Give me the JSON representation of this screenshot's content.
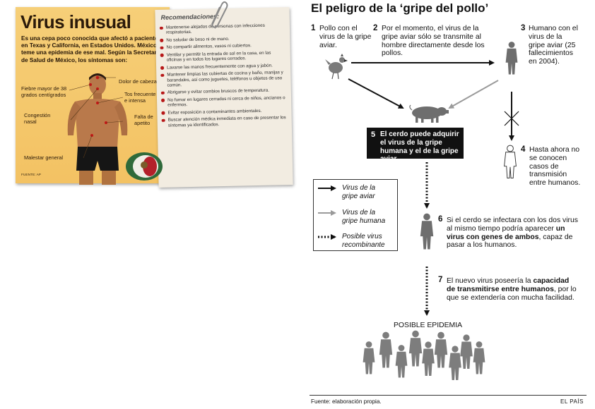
{
  "left_panel": {
    "title": "Virus inusual",
    "intro": "Es una cepa poco conocida que afectó a pacientes en Texas y California, en Estados Unidos. México teme una epidemia de ese mal. Según la Secretaría de Salud de México, los síntomas son:",
    "symptoms": {
      "fever": "Fiebre mayor de 38 grados centígrados",
      "headache": "Dolor de cabeza",
      "cough": "Tos frecuente e intensa",
      "congestion": "Congestión nasal",
      "appetite": "Falta de apetito",
      "malaise": "Malestar general"
    },
    "source": "FUENTE: AP",
    "recommendations_title": "Recomendaciones:",
    "recommendations": [
      "Mantenerse alejados de personas con infecciones respiratorias.",
      "No saludar de beso ni de mano.",
      "No compartir alimentos, vasos ni cubiertos.",
      "Ventilar y permitir la entrada de sol en la casa, en las oficinas y en todos los lugares cerrados.",
      "Lavarse las manos frecuentemente con agua y jabón.",
      "Mantener limpias las cubiertas de cocina y baño, manijas y barandales, así como juguetes, teléfonos u objetos de uso común.",
      "Abrigarse y evitar combios bruscos de temperatura.",
      "No fumar en lugares cerrados ni cerca de niños, ancianos o enfermos.",
      "Evitar exposición a contaminantes ambientales.",
      "Buscar atención médica inmediata en caso de presentar los síntomas ya identificados."
    ],
    "icons": {
      "paperclip": "paperclip-icon",
      "flag": "mexico-flag-icon",
      "body": "male-body-figure"
    },
    "colors": {
      "card": "#f3c263",
      "rec_card": "#f2ece1",
      "bullet": "#b71818",
      "symptom_dot": "#c41616"
    }
  },
  "diagram": {
    "title": "El peligro de la ‘gripe del pollo’",
    "steps": [
      {
        "num": "1",
        "text": "Pollo con el virus de la gripe aviar."
      },
      {
        "num": "2",
        "text": "Por el momento, el virus de la gripe aviar sólo se transmite al hombre directamente desde los pollos."
      },
      {
        "num": "3",
        "text": "Humano con el virus de la gripe aviar (25 fallecimientos en 2004)."
      },
      {
        "num": "4",
        "text": "Hasta ahora no se conocen casos de transmisión entre humanos."
      },
      {
        "num": "5",
        "text": "El cerdo puede adquirir el virus de la gripe humana y el de la gripe aviar."
      },
      {
        "num": "6",
        "text_parts": [
          "Si el cerdo se infectara con los dos virus al mismo tiempo podría aparecer ",
          "un virus con genes de ambos",
          ", capaz de pasar a los humanos."
        ]
      },
      {
        "num": "7",
        "text_parts": [
          "El nuevo virus poseería la ",
          "capacidad de transmitirse entre humanos",
          ", por lo que se extendería con mucha facilidad."
        ]
      }
    ],
    "legend": [
      {
        "label": "Virus de la gripe aviar",
        "style": "solid-black"
      },
      {
        "label": "Virus de la gripe humana",
        "style": "solid-gray"
      },
      {
        "label": "Posible virus recombinante",
        "style": "dashed"
      }
    ],
    "epidemic_label": "POSIBLE EPIDEMIA",
    "footer_source": "Fuente: elaboración propia.",
    "footer_brand": "EL PAÍS",
    "icons": [
      "chicken-icon",
      "pig-icon",
      "human-silhouette-icon",
      "cross-mark-icon"
    ],
    "colors": {
      "avian_arrow": "#111111",
      "human_arrow": "#9a9a9a",
      "figure_fill": "#6e6e6e",
      "step5_box": "#111111"
    }
  }
}
